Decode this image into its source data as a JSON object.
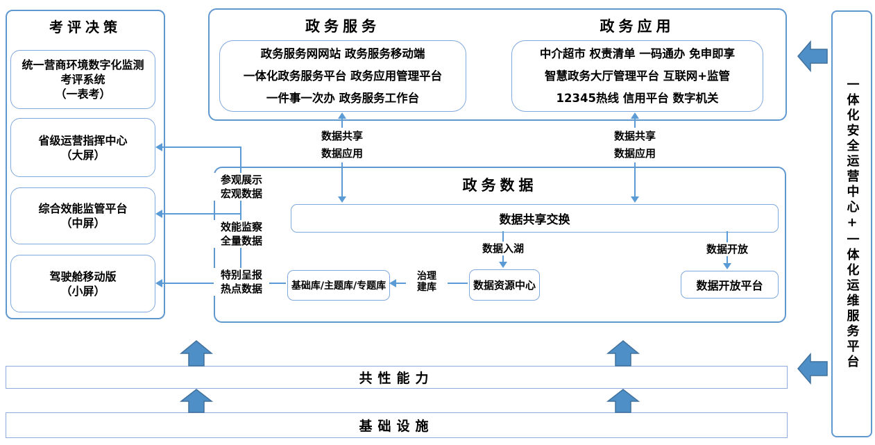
{
  "colors": {
    "accent": "#5b9bd5",
    "box_border": "#7fa8dc",
    "container_border": "#5f97cf",
    "block_arrow_fill": "#4e8fc7",
    "block_arrow_border": "#41719c"
  },
  "left_panel": {
    "title": "考评决策",
    "boxes": [
      {
        "lines": [
          "统一营商环境数字化监测",
          "考评系统",
          "（一表考）"
        ]
      },
      {
        "lines": [
          "省级运营指挥中心",
          "（大屏）"
        ]
      },
      {
        "lines": [
          "综合效能监管平台",
          "（中屏）"
        ]
      },
      {
        "lines": [
          "驾驶舱移动版",
          "（小屏）"
        ]
      }
    ]
  },
  "services": {
    "title": "政务服务",
    "lines": [
      "政务服务网网站 政务服务移动端",
      "一体化政务服务平台 政务应用管理平台",
      "一件事一次办 政务服务工作台"
    ]
  },
  "applications": {
    "title": "政务应用",
    "lines": [
      "中介超市 权责清单 一码通办 免申即享",
      "智慧政务大厅管理平台 互联网+监管",
      "12345热线 信用平台 数字机关"
    ]
  },
  "data_platform": {
    "title": "政务数据",
    "exchange_bar": "数据共享交换",
    "base_db": "基础库/主题库/专题库",
    "resource_center": "数据资源中心",
    "open_platform": "数据开放平台"
  },
  "flow_labels": {
    "share_apply": [
      "数据共享",
      "数据应用"
    ],
    "data_lake": "数据入湖",
    "data_open": "数据开放",
    "govern": [
      "治理",
      "建库"
    ],
    "branch_macro": [
      "参观展示",
      "宏观数据"
    ],
    "branch_full": [
      "效能监察",
      "全量数据"
    ],
    "branch_hot": [
      "特别呈报",
      "热点数据"
    ]
  },
  "bottom": {
    "capability": "共性能力",
    "infrastructure": "基础设施"
  },
  "right_bar": {
    "text": "一体化安全运营中心+一体化运维服务平台"
  }
}
